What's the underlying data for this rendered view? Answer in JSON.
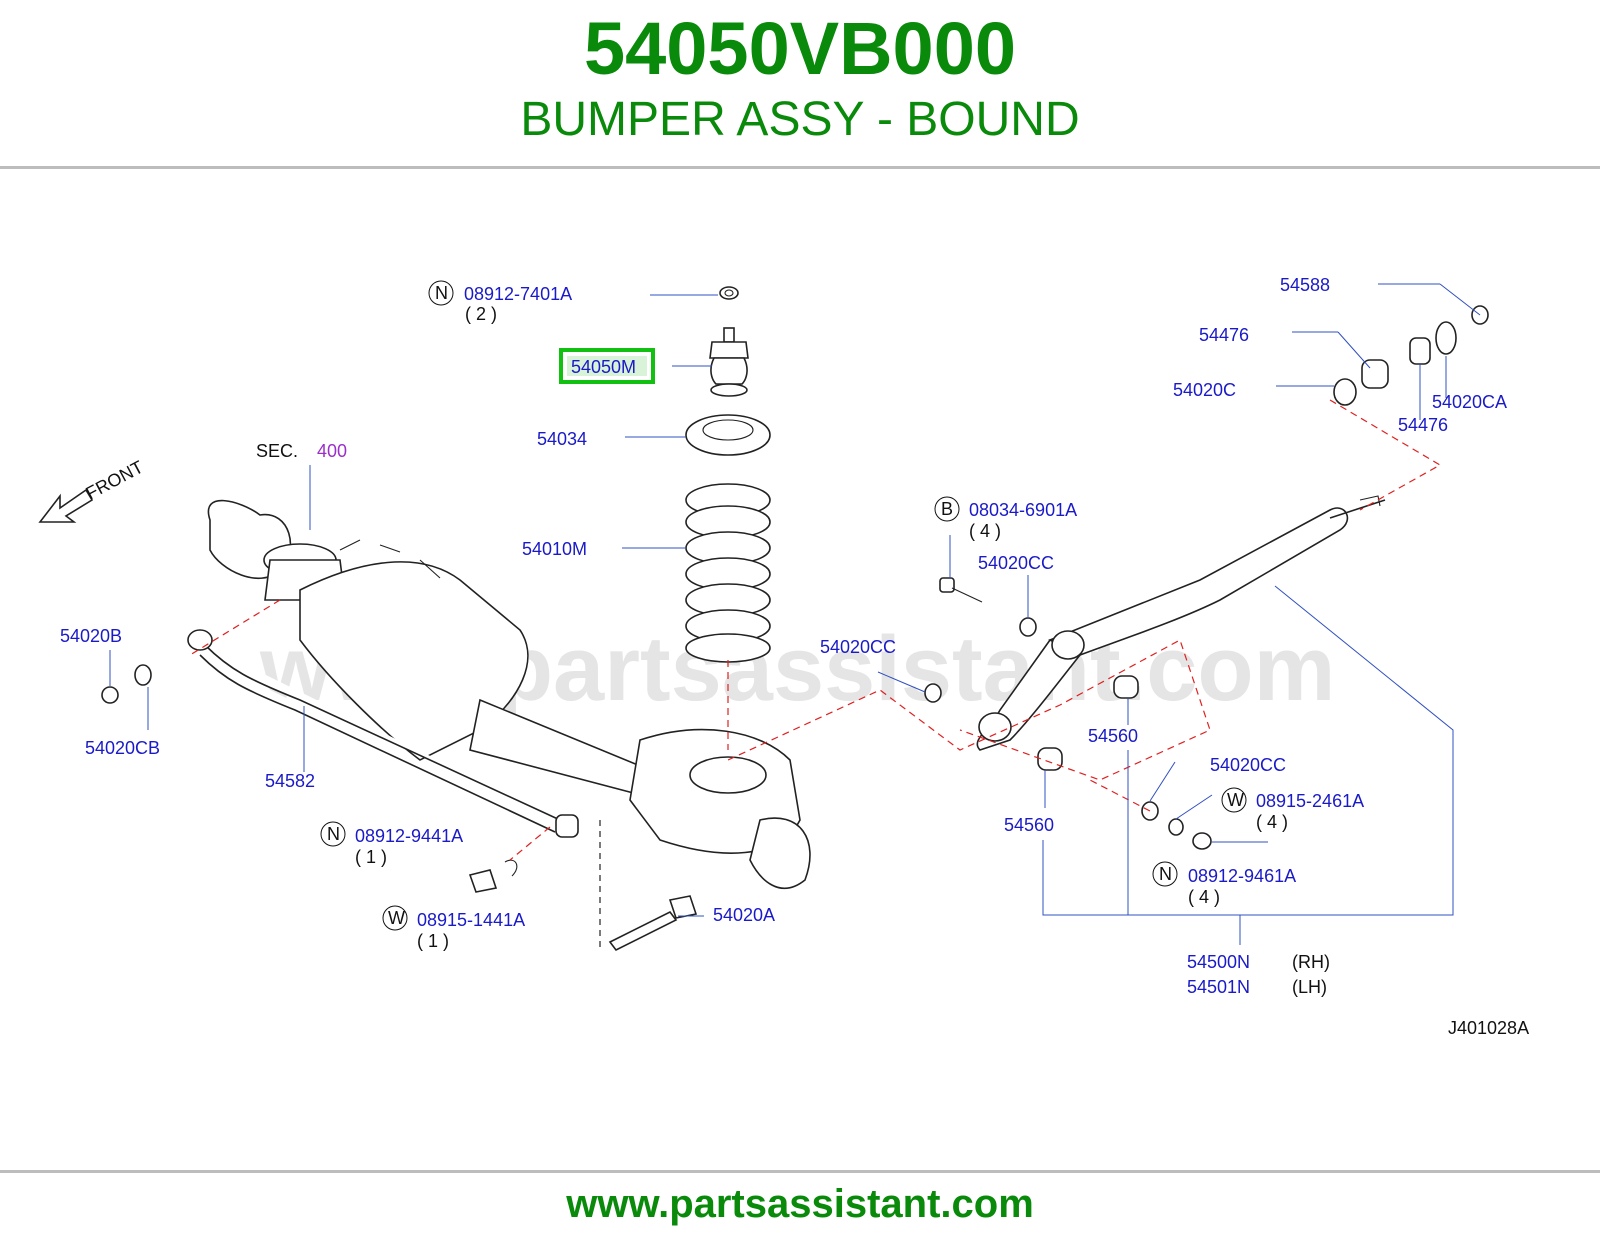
{
  "header": {
    "part_number": "54050VB000",
    "part_name": "BUMPER ASSY - BOUND"
  },
  "footer": {
    "url": "www.partsassistant.com"
  },
  "watermark": "www.partsassistant.com",
  "diagram": {
    "ref_code": "J401028A",
    "front_label": "FRONT",
    "sec_label": "SEC.",
    "sec_number": "400",
    "highlight_color": "#11c011",
    "callouts": {
      "c_08912_7401A": {
        "prefix": "N",
        "code": "08912-7401A",
        "qty": "( 2 )"
      },
      "c_54050M": {
        "code": "54050M"
      },
      "c_54034": {
        "code": "54034"
      },
      "c_54010M": {
        "code": "54010M"
      },
      "c_54020B": {
        "code": "54020B"
      },
      "c_54020CB": {
        "code": "54020CB"
      },
      "c_54582": {
        "code": "54582"
      },
      "c_08912_9441A": {
        "prefix": "N",
        "code": "08912-9441A",
        "qty": "( 1 )"
      },
      "c_08915_1441A": {
        "prefix": "W",
        "code": "08915-1441A",
        "qty": "( 1 )"
      },
      "c_54020A": {
        "code": "54020A"
      },
      "c_54588": {
        "code": "54588"
      },
      "c_54476a": {
        "code": "54476"
      },
      "c_54020C": {
        "code": "54020C"
      },
      "c_54020CA": {
        "code": "54020CA"
      },
      "c_54476b": {
        "code": "54476"
      },
      "c_08034_6901A": {
        "prefix": "B",
        "code": "08034-6901A",
        "qty": "( 4 )"
      },
      "c_54020CC_a": {
        "code": "54020CC"
      },
      "c_54020CC_b": {
        "code": "54020CC"
      },
      "c_54560_a": {
        "code": "54560"
      },
      "c_54560_b": {
        "code": "54560"
      },
      "c_54020CC_c": {
        "code": "54020CC"
      },
      "c_08915_2461A": {
        "prefix": "W",
        "code": "08915-2461A",
        "qty": "( 4 )"
      },
      "c_08912_9461A": {
        "prefix": "N",
        "code": "08912-9461A",
        "qty": "( 4 )"
      },
      "c_54500N": {
        "code": "54500N",
        "side": "(RH)"
      },
      "c_54501N": {
        "code": "54501N",
        "side": "(LH)"
      }
    }
  }
}
